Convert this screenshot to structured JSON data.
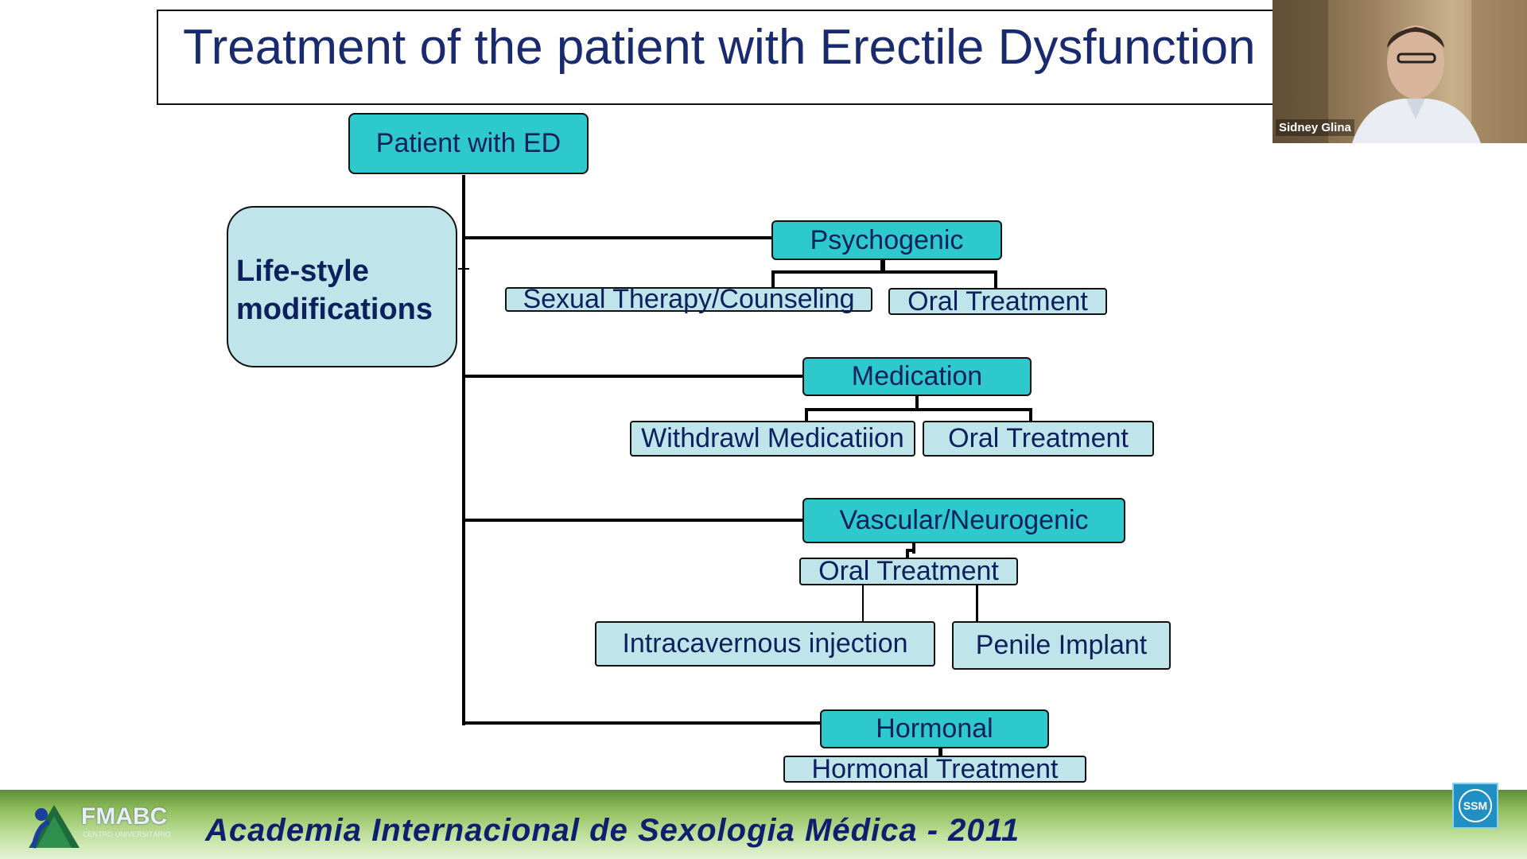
{
  "slide": {
    "title": "Treatment of the patient with Erectile Dysfunction",
    "root": "Patient with ED",
    "lifestyle": [
      "Life-style",
      "modifications"
    ],
    "branches": {
      "psychogenic": {
        "label": "Psychogenic",
        "children": [
          "Sexual Therapy/Counseling",
          "Oral Treatment"
        ]
      },
      "medication": {
        "label": "Medication",
        "children": [
          "Withdrawl Medicatiion",
          "Oral Treatment"
        ]
      },
      "vascular": {
        "label": "Vascular/Neurogenic",
        "first": "Oral Treatment",
        "children": [
          "Intracavernous injection",
          "Penile Implant"
        ]
      },
      "hormonal": {
        "label": "Hormonal",
        "children": [
          "Hormonal Treatment"
        ]
      }
    }
  },
  "footer": {
    "text": "Academia Internacional de Sexologia Médica - 2011",
    "logo_text": "FMABC",
    "logo_subtext": "CENTRO UNIVERSITÁRIO",
    "badge_text": "SSM"
  },
  "video": {
    "participant_name": "Sidney Glina"
  },
  "colors": {
    "teal": "#2ec9cc",
    "pale": "#bfe5ea",
    "title": "#1a2a6e",
    "footer_text": "#0e1f6e"
  }
}
